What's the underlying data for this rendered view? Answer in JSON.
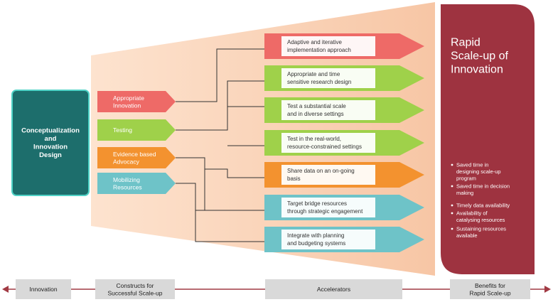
{
  "source": {
    "label": "Conceptualization and Innovation Design",
    "lines": [
      "Conceptualization",
      "and",
      "Innovation",
      "Design"
    ]
  },
  "constructs": [
    {
      "lines": [
        "Appropriate",
        "Innovation"
      ],
      "color": "#ee6a67"
    },
    {
      "lines": [
        "Testing"
      ],
      "color": "#9fd14a"
    },
    {
      "lines": [
        "Evidence based",
        "Advocacy"
      ],
      "color": "#f3922f"
    },
    {
      "lines": [
        "Mobilizing",
        "Resources"
      ],
      "color": "#6ec3c8"
    }
  ],
  "accelerators": [
    {
      "lines": [
        "Adaptive and iterative",
        "implementation approach"
      ],
      "color": "#ee6a67"
    },
    {
      "lines": [
        "Appropriate and time",
        "sensitive research design"
      ],
      "color": "#9fd14a"
    },
    {
      "lines": [
        "Test a substantial scale",
        "and in diverse settings"
      ],
      "color": "#9fd14a"
    },
    {
      "lines": [
        "Test in the real-world,",
        "resource-constrained settings"
      ],
      "color": "#9fd14a"
    },
    {
      "lines": [
        "Share data on an on-going",
        "basis"
      ],
      "color": "#f3922f"
    },
    {
      "lines": [
        "Target bridge resources",
        "through strategic engagement"
      ],
      "color": "#6ec3c8"
    },
    {
      "lines": [
        "Integrate with planning",
        "and budgeting systems"
      ],
      "color": "#6ec3c8"
    }
  ],
  "outcome": {
    "title_lines": [
      "Rapid",
      "Scale-up of",
      "Innovation"
    ],
    "benefits": [
      [
        "Saved time in",
        "designing scale-up",
        "program"
      ],
      [
        "Saved time in decision",
        "making"
      ],
      [
        "Timely data availability"
      ],
      [
        "Availability of",
        "catalysing resources"
      ],
      [
        "Sustaining resources",
        "available"
      ]
    ]
  },
  "timeline": [
    {
      "lines": [
        "Innovation"
      ]
    },
    {
      "lines": [
        "Constructs for",
        "Successful Scale-up"
      ]
    },
    {
      "lines": [
        "Accelerators"
      ]
    },
    {
      "lines": [
        "Benefits for",
        "Rapid Scale-up"
      ]
    }
  ],
  "colors": {
    "source_fill": "#1d6e6c",
    "source_border": "#4fd2c6",
    "funnel": "#fbd7be",
    "outcome_fill": "#9e3340",
    "timeline_box": "#d9d9d9",
    "timeline_line": "#a13a44"
  }
}
